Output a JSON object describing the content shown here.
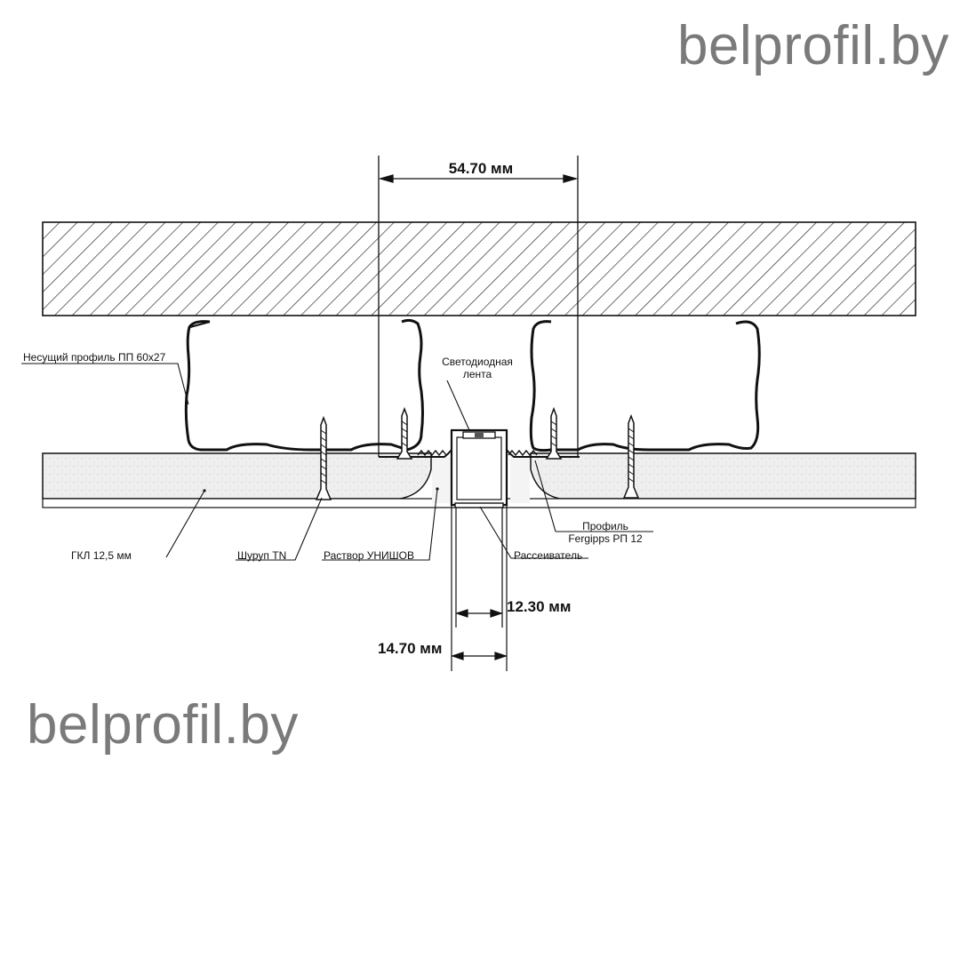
{
  "watermarks": {
    "top": "belprofil.by",
    "bottom": "belprofil.by"
  },
  "dimensions": {
    "top_width": "54.70 мм",
    "inner_width": "12.30 мм",
    "outer_width": "14.70 мм"
  },
  "labels": {
    "carrier_profile": "Несущий профиль ПП 60х27",
    "led_strip_line1": "Светодиодная",
    "led_strip_line2": "лента",
    "drywall": "ГКЛ 12,5 мм",
    "screw": "Шуруп TN",
    "mortar": "Раствор УНИШОВ",
    "profile_line1": "Профиль",
    "profile_line2": "Fergipps РП 12",
    "diffuser": "Рассеиватель"
  },
  "colors": {
    "line": "#111111",
    "drywall_fill": "#eeeeee",
    "watermark": "#7a7a7a"
  }
}
